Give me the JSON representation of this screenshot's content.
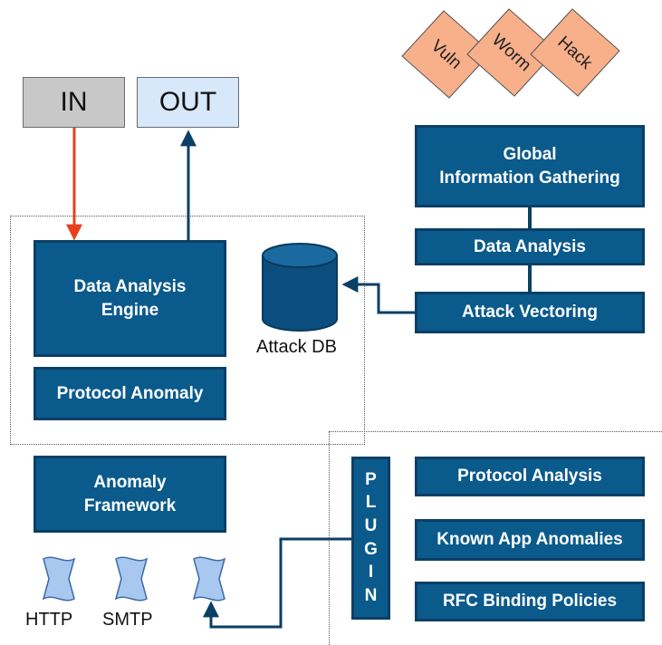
{
  "io": {
    "in_label": "IN",
    "out_label": "OUT"
  },
  "threats": {
    "tags": [
      "Vuln",
      "Worm",
      "Hack"
    ]
  },
  "global": {
    "gathering_line1": "Global",
    "gathering_line2": "Information Gathering",
    "data_analysis": "Data Analysis",
    "attack_vectoring": "Attack Vectoring"
  },
  "engine": {
    "line1": "Data Analysis",
    "line2": "Engine",
    "protocol_anomaly": "Protocol Anomaly"
  },
  "attack_db": {
    "label": "Attack DB"
  },
  "anomaly_framework": {
    "line1": "Anomaly",
    "line2": "Framework"
  },
  "plugin": {
    "letters": [
      "P",
      "L",
      "U",
      "G",
      "I",
      "N"
    ]
  },
  "plugin_items": [
    "Protocol Analysis",
    "Known App Anomalies",
    "RFC Binding Policies"
  ],
  "protocols": [
    "HTTP",
    "SMTP"
  ],
  "colors": {
    "box_fill": "#0b5a8c",
    "box_border": "#0a3f66",
    "in_fill": "#c8c8c8",
    "out_fill": "#d6e8fa",
    "input_arrow": "#e8401c",
    "threat_tag": "#f7b08a",
    "scroll_icon": "#a9c8ef"
  }
}
